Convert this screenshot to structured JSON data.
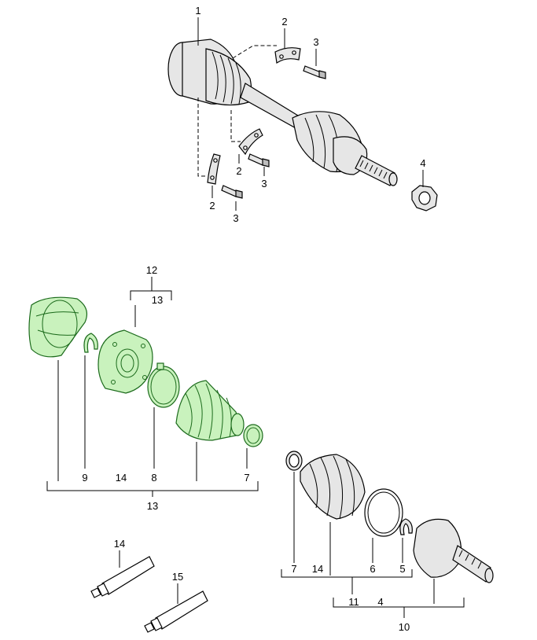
{
  "diagram": {
    "labels": {
      "top_1": "1",
      "top_2a": "2",
      "top_3a": "3",
      "top_2b": "2",
      "top_3b": "3",
      "top_2c": "2",
      "top_3c": "3",
      "top_4": "4",
      "mid_12": "12",
      "mid_13_top": "13",
      "mid_9": "9",
      "mid_14": "14",
      "mid_8": "8",
      "mid_7": "7",
      "mid_13_bottom": "13",
      "low_7": "7",
      "low_14": "14",
      "low_6": "6",
      "low_5": "5",
      "low_11": "11",
      "low_4": "4",
      "low_10": "10",
      "tube_14": "14",
      "tube_15": "15"
    },
    "colors": {
      "highlight_fill": "#c9f2bd",
      "highlight_stroke": "#1c6b1c",
      "part_fill": "#e6e6e6"
    }
  }
}
